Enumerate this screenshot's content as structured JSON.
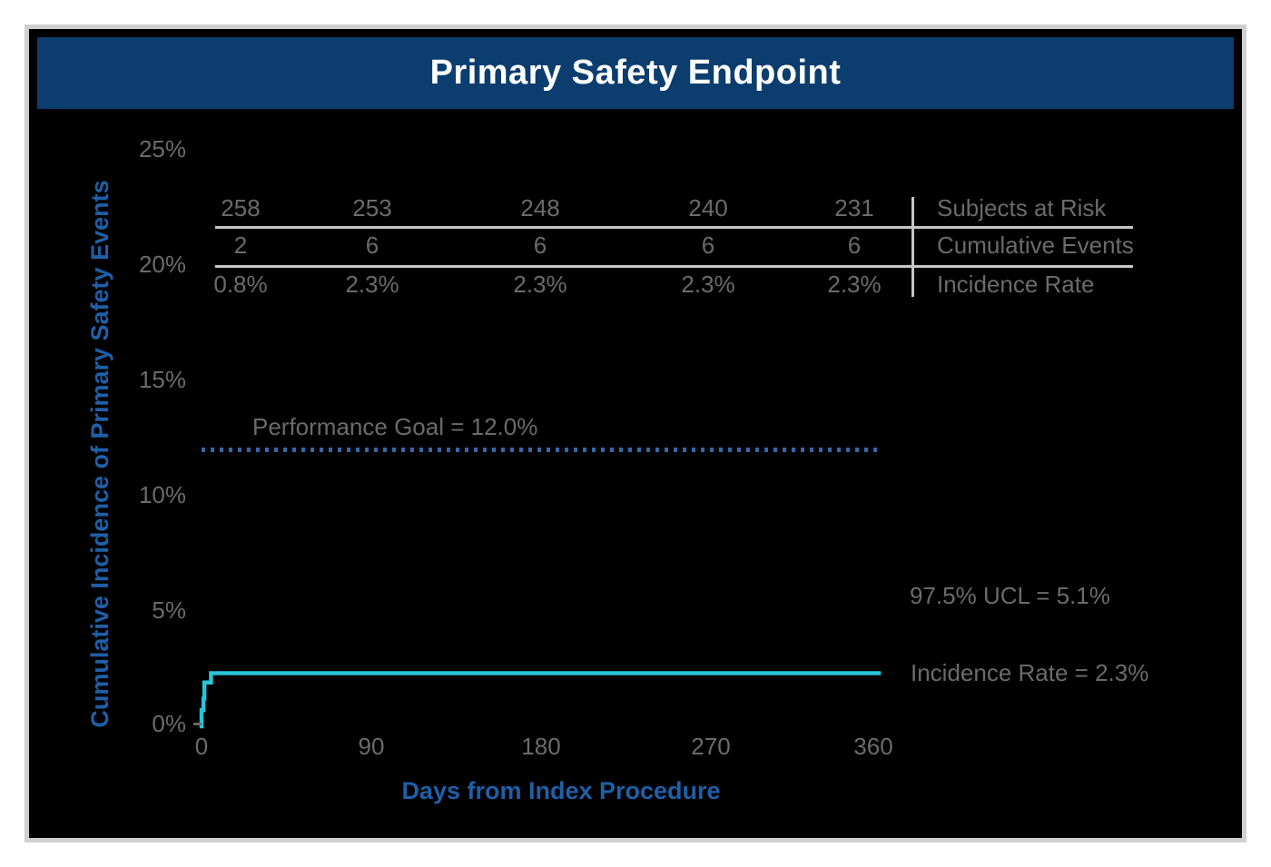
{
  "header": {
    "title": "Primary Safety Endpoint"
  },
  "axes": {
    "y": {
      "label": "Cumulative Incidence of Primary Safety Events",
      "ticks": [
        "25%",
        "20%",
        "15%",
        "10%",
        "5%",
        "0%"
      ]
    },
    "x": {
      "label": "Days from Index Procedure",
      "ticks": [
        "0",
        "90",
        "180",
        "270",
        "360"
      ]
    }
  },
  "risk_table": {
    "rows": [
      {
        "label": "Subjects at Risk",
        "values": [
          "258",
          "253",
          "248",
          "240",
          "231"
        ]
      },
      {
        "label": "Cumulative Events",
        "values": [
          "2",
          "6",
          "6",
          "6",
          "6"
        ]
      },
      {
        "label": "Incidence Rate",
        "values": [
          "0.8%",
          "2.3%",
          "2.3%",
          "2.3%",
          "2.3%"
        ]
      }
    ]
  },
  "annotations": {
    "performance_goal": "Performance Goal = 12.0%",
    "ucl": "97.5% UCL = 5.1%",
    "incidence_rate": "Incidence Rate = 2.3%"
  },
  "colors": {
    "title_bar": "#0b3d6e",
    "title_text": "#ffffff",
    "axis_title_blue": "#1f5fa8",
    "dim_text": "#6b6b6b",
    "table_rules": "#c6c6c6",
    "performance_goal_line": "#3568a8",
    "km_curve_cyan": "#29c4d8",
    "background": "#000000",
    "frame_border": "#cfcfcf"
  },
  "chart_data": {
    "type": "line",
    "subtype": "kaplan-meier-step",
    "title": "Primary Safety Endpoint",
    "xlabel": "Days from Index Procedure",
    "ylabel": "Cumulative Incidence of Primary Safety Events",
    "xlim": [
      0,
      360
    ],
    "xticks": [
      0,
      90,
      180,
      270,
      360
    ],
    "ylim": [
      0,
      25
    ],
    "yticks_percent": [
      0,
      5,
      10,
      15,
      20,
      25
    ],
    "grid": false,
    "legend": "none",
    "series": [
      {
        "name": "Cumulative incidence of primary safety events",
        "color": "#29c4d8",
        "style": "step",
        "points": [
          [
            0,
            0
          ],
          [
            0,
            0.7
          ],
          [
            1,
            0.7
          ],
          [
            1,
            1.2
          ],
          [
            1.5,
            1.2
          ],
          [
            1.5,
            1.9
          ],
          [
            5,
            1.9
          ],
          [
            5,
            2.3
          ],
          [
            360,
            2.3
          ]
        ],
        "final_value_label": "Incidence Rate = 2.3%"
      }
    ],
    "reference_lines": [
      {
        "label": "Performance Goal = 12.0%",
        "y": 12.0,
        "style": "dotted",
        "color": "#3568a8"
      }
    ],
    "annotations": [
      {
        "text": "97.5% UCL = 5.1%",
        "x": 330,
        "y": 5.6
      },
      {
        "text": "Incidence Rate = 2.3%",
        "x": 330,
        "y": 2.3
      }
    ],
    "risk_table": {
      "timepoints_days": [
        0,
        90,
        180,
        270,
        360
      ],
      "subjects_at_risk": [
        258,
        253,
        248,
        240,
        231
      ],
      "cumulative_events": [
        2,
        6,
        6,
        6,
        6
      ],
      "incidence_rate_percent": [
        0.8,
        2.3,
        2.3,
        2.3,
        2.3
      ]
    }
  }
}
